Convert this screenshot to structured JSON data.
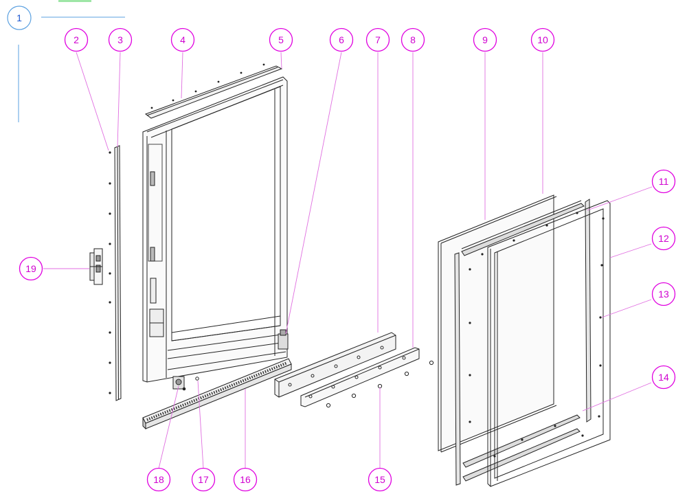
{
  "diagram": {
    "title_number": "1",
    "accent_color": "#e000e0",
    "title_color": "#2f6fe0",
    "callouts": [
      {
        "id": "2",
        "label": "2"
      },
      {
        "id": "3",
        "label": "3"
      },
      {
        "id": "4",
        "label": "4"
      },
      {
        "id": "5",
        "label": "5"
      },
      {
        "id": "6",
        "label": "6"
      },
      {
        "id": "7",
        "label": "7"
      },
      {
        "id": "8",
        "label": "8"
      },
      {
        "id": "9",
        "label": "9"
      },
      {
        "id": "10",
        "label": "10"
      },
      {
        "id": "11",
        "label": "11"
      },
      {
        "id": "12",
        "label": "12"
      },
      {
        "id": "13",
        "label": "13"
      },
      {
        "id": "14",
        "label": "14"
      },
      {
        "id": "15",
        "label": "15"
      },
      {
        "id": "16",
        "label": "16"
      },
      {
        "id": "17",
        "label": "17"
      },
      {
        "id": "18",
        "label": "18"
      },
      {
        "id": "19",
        "label": "19"
      }
    ]
  }
}
